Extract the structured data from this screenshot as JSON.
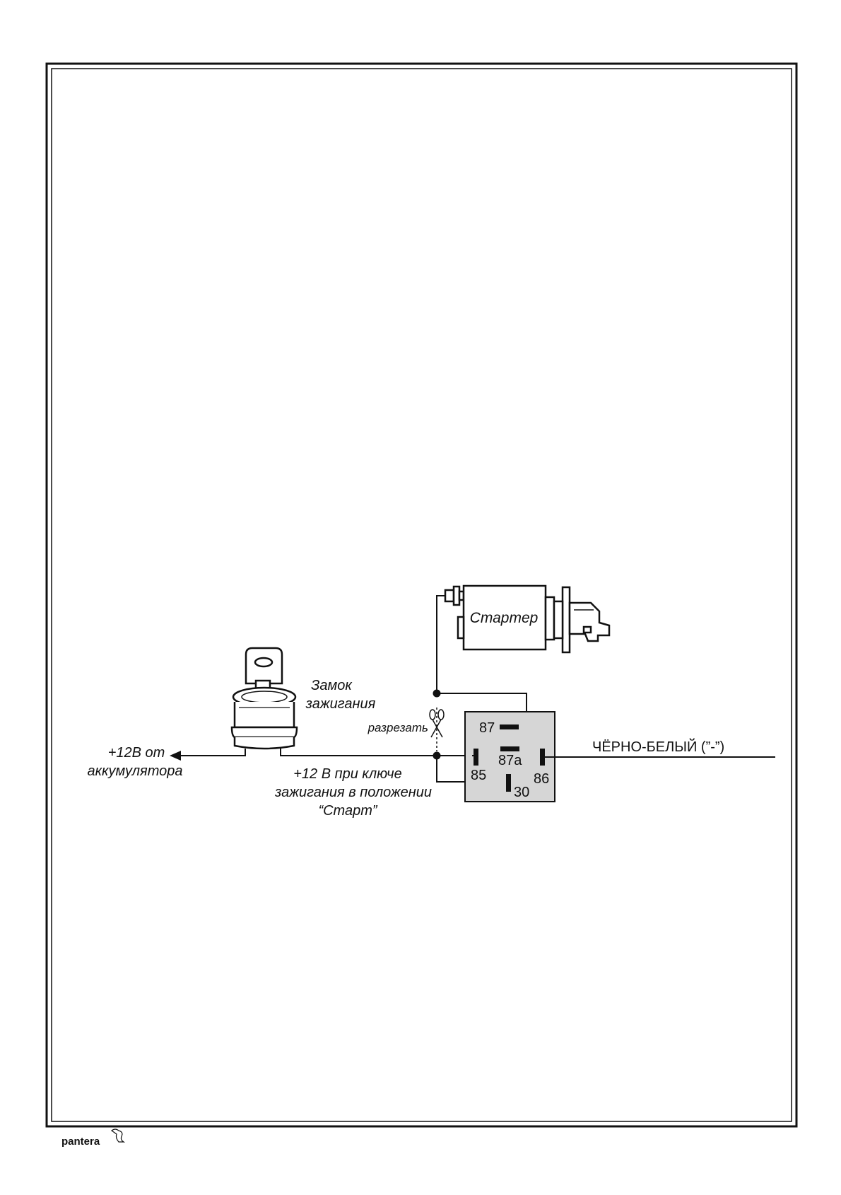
{
  "labels": {
    "starter": "Стартер",
    "lock_line1": "Замок",
    "lock_line2": "зажигания",
    "cut": "разрезать",
    "battery_line1": "+12В от",
    "battery_line2": "аккумулятора",
    "start_line1": "+12 В при ключе",
    "start_line2": "зажигания в положении",
    "start_line3": "“Старт”",
    "wire": "ЧЁРНО-БЕЛЫЙ (”-”)"
  },
  "relay": {
    "pin_87": "87",
    "pin_87a": "87a",
    "pin_85": "85",
    "pin_86": "86",
    "pin_30": "30"
  },
  "footer": {
    "logo": "pantera"
  },
  "colors": {
    "relay_fill": "#d6d6d6",
    "line": "#111111"
  }
}
